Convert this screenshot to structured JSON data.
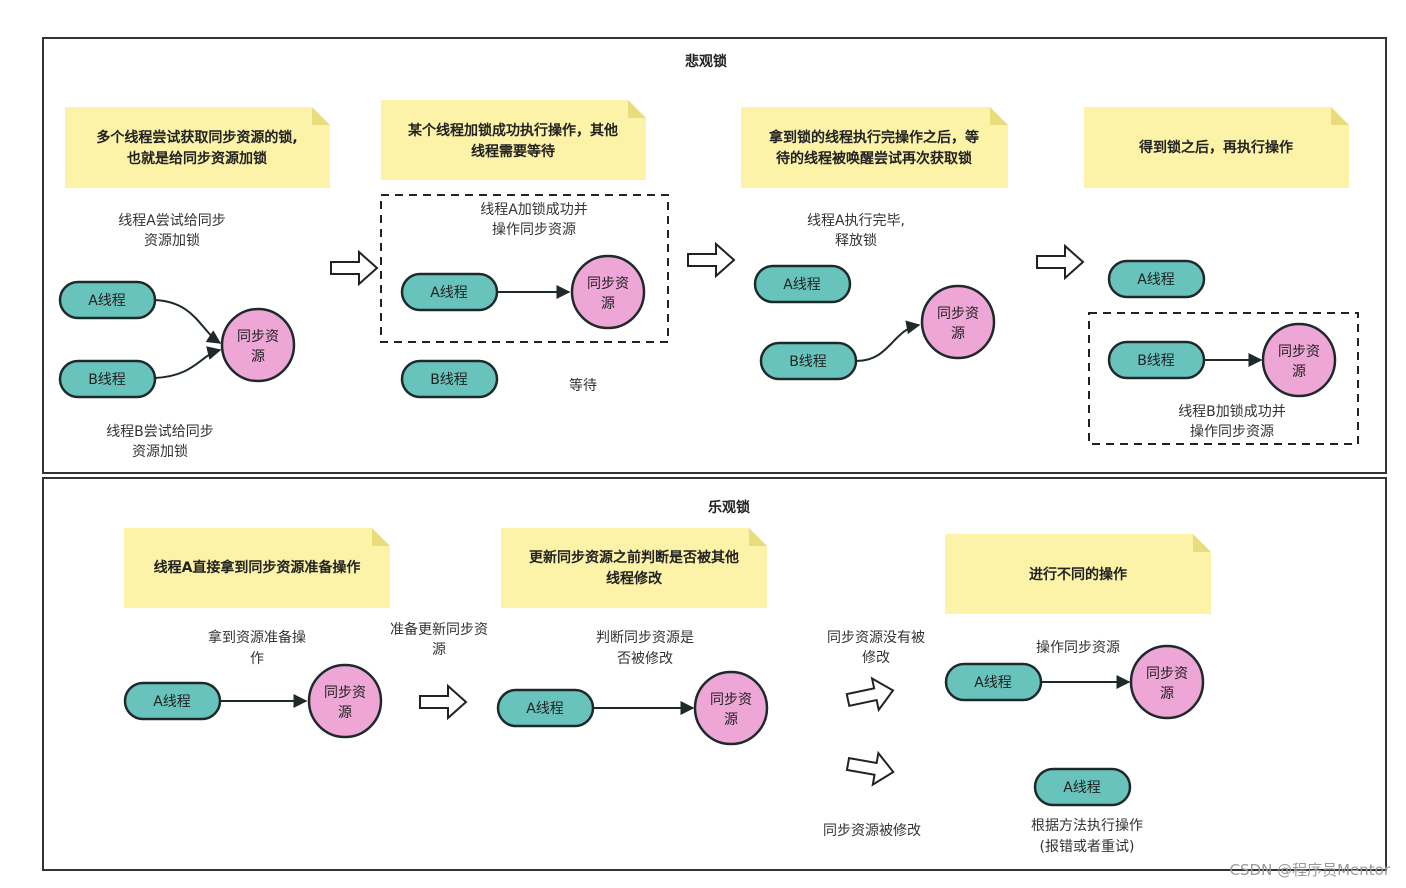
{
  "watermark": "CSDN @程序员Mentor",
  "pessimistic": {
    "title": "悲观锁",
    "notes": [
      [
        "多个线程尝试获取同步资源的锁,",
        "也就是给同步资源加锁"
      ],
      [
        "某个线程加锁成功执行操作，其他",
        "线程需要等待"
      ],
      [
        "拿到锁的线程执行完操作之后，等",
        "待的线程被唤醒尝试再次获取锁"
      ],
      [
        "得到锁之后，再执行操作"
      ]
    ],
    "labels": {
      "a_try": [
        "线程A尝试给同步",
        "资源加锁"
      ],
      "b_try": [
        "线程B尝试给同步",
        "资源加锁"
      ],
      "a_success": [
        "线程A加锁成功并",
        "操作同步资源"
      ],
      "wait": "等待",
      "a_done": [
        "线程A执行完毕,",
        "释放锁"
      ],
      "b_success": [
        "线程B加锁成功并",
        "操作同步资源"
      ]
    }
  },
  "optimistic": {
    "title": "乐观锁",
    "notes": [
      [
        "线程A直接拿到同步资源准备操作"
      ],
      [
        "更新同步资源之前判断是否被其他",
        "线程修改"
      ],
      [
        "进行不同的操作"
      ]
    ],
    "labels": {
      "get_res": [
        "拿到资源准备操",
        "作"
      ],
      "prep_update": [
        "准备更新同步资",
        "源"
      ],
      "check": [
        "判断同步资源是",
        "否被修改"
      ],
      "not_modified": [
        "同步资源没有被",
        "修改"
      ],
      "modified": "同步资源被修改",
      "operate": "操作同步资源",
      "per_method": [
        "根据方法执行操作",
        "(报错或者重试)"
      ]
    }
  },
  "nodes": {
    "thread_a": "A线程",
    "thread_b": "B线程",
    "resource": [
      "同步资",
      "源"
    ]
  }
}
